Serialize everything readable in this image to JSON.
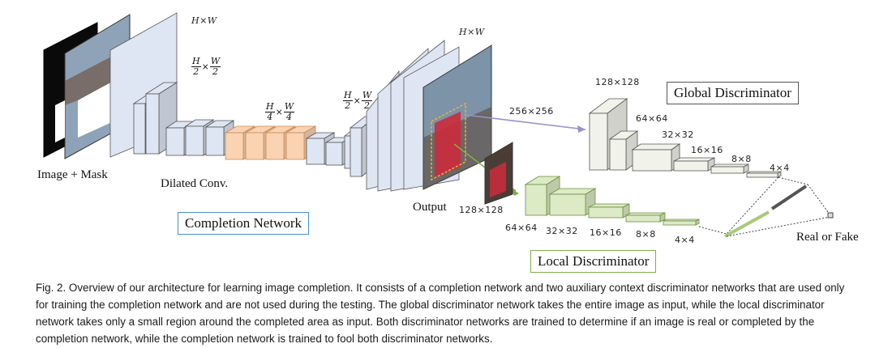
{
  "dims": {
    "hw_top": "H×W",
    "hw_output": "H×W",
    "h2w2_a": {
      "h": "H",
      "hd": "2",
      "w": "W",
      "wd": "2"
    },
    "h4w4": {
      "h": "H",
      "hd": "4",
      "w": "W",
      "wd": "4"
    },
    "h2w2_b": {
      "h": "H",
      "hd": "2",
      "w": "W",
      "wd": "2"
    },
    "times": "×"
  },
  "labels": {
    "input": "Image + Mask",
    "dilated": "Dilated Conv.",
    "output": "Output",
    "completion_network": "Completion Network",
    "global_discriminator": "Global Discriminator",
    "local_discriminator": "Local Discriminator",
    "real_or_fake": "Real or Fake"
  },
  "global_sizes": [
    "128×128",
    "64×64",
    "32×32",
    "16×16",
    "8×8",
    "4×4"
  ],
  "global_input": "256×256",
  "local_input": "128×128",
  "local_sizes": [
    "64×64",
    "32×32",
    "16×16",
    "8×8",
    "4×4"
  ],
  "colors": {
    "completion_block": "#dfe6f3",
    "dilated_block": "#fad3b3",
    "global_block": "#f1f3eb",
    "local_block": "#dceac5",
    "completion_border": "#4a90c8",
    "local_border": "#7fae4a",
    "global_border": "#333333"
  },
  "caption": "Fig. 2.  Overview of our architecture for learning image completion. It consists of a completion network and two auxiliary context discriminator networks that are used only for training the completion network and are not used during the testing. The global discriminator network takes the entire image as input, while the local discriminator network takes only a small region around the completed area as input. Both discriminator networks are trained to determine if an image is real or completed by the completion network, while the completion network is trained to fool both discriminator networks."
}
